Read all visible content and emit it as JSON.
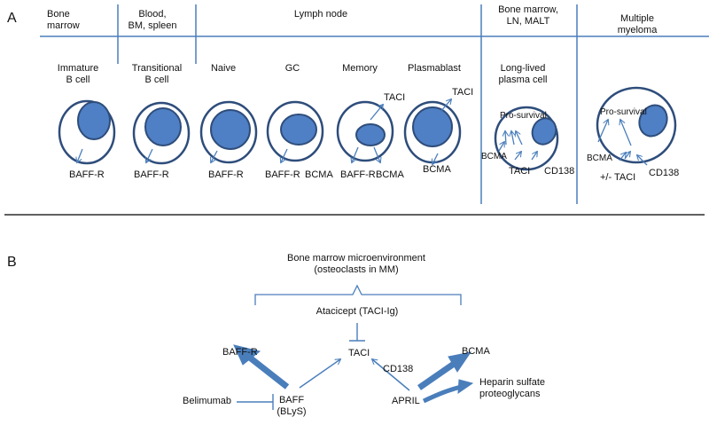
{
  "panel_a": {
    "label": "A",
    "sites": {
      "bone_marrow": [
        "Bone",
        "marrow"
      ],
      "blood": [
        "Blood,",
        "BM, spleen"
      ],
      "lymph_node": [
        "Lymph node"
      ],
      "bm_ln_malt": [
        "Bone marrow,",
        "LN, MALT"
      ],
      "multiple_myeloma": [
        "Multiple",
        "myeloma"
      ]
    },
    "stages": {
      "immature": [
        "Immature",
        "B cell"
      ],
      "transitional": [
        "Transitional",
        "B cell"
      ],
      "naive": [
        "Naive"
      ],
      "gc": [
        "GC"
      ],
      "memory": [
        "Memory"
      ],
      "plasmablast": [
        "Plasmablast"
      ],
      "long_lived": [
        "Long-lived",
        "plasma cell"
      ]
    },
    "receptors": {
      "baff_r": "BAFF-R",
      "bcma": "BCMA",
      "taci": "TACI",
      "cd138": "CD138",
      "pro_survival": "Pro-survival",
      "plus_minus_taci": "+/- TACI"
    },
    "colors": {
      "cell_outline": "#2e4d7b",
      "nucleus": "#4f7fc4",
      "line": "#4a7ebb"
    }
  },
  "panel_b": {
    "label": "B",
    "microenv": [
      "Bone marrow microenvironment",
      "(osteoclasts in MM)"
    ],
    "atacicept": "Atacicept (TACI-Ig)",
    "baff_r": "BAFF-R",
    "taci": "TACI",
    "bcma": "BCMA",
    "cd138": "CD138",
    "baff": [
      "BAFF",
      "(BLyS)"
    ],
    "april": "APRIL",
    "belimumab": "Belimumab",
    "heparin": [
      "Heparin sulfate",
      "proteoglycans"
    ]
  }
}
